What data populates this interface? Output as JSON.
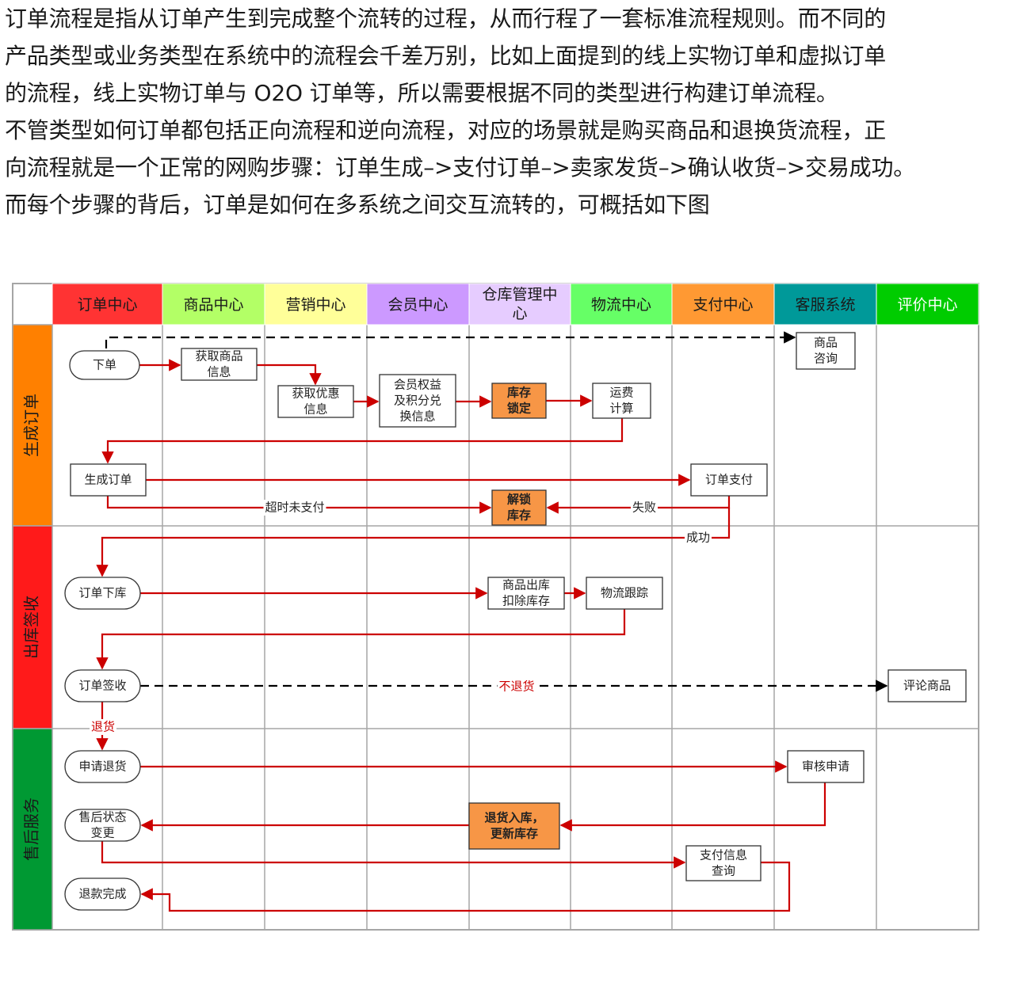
{
  "intro": {
    "lines": [
      "订单流程是指从订单产生到完成整个流转的过程，从而行程了一套标准流程规则。而不同的",
      "产品类型或业务类型在系统中的流程会千差万别，比如上面提到的线上实物订单和虚拟订单",
      "的流程，线上实物订单与 O2O 订单等，所以需要根据不同的类型进行构建订单流程。",
      "不管类型如何订单都包括正向流程和逆向流程，对应的场景就是购买商品和退换货流程，正",
      "向流程就是一个正常的网购步骤：订单生成–>支付订单–>卖家发货–>确认收货–>交易成功。",
      "而每个步骤的背后，订单是如何在多系统之间交互流转的，可概括如下图"
    ]
  },
  "diagram": {
    "columns": [
      {
        "label": "订单中心",
        "color": "#ff3333",
        "text_color": "#1a1a1a"
      },
      {
        "label": "商品中心",
        "color": "#b3ff66",
        "text_color": "#1a1a1a"
      },
      {
        "label": "营销中心",
        "color": "#ffff99",
        "text_color": "#1a1a1a"
      },
      {
        "label": "会员中心",
        "color": "#cc99ff",
        "text_color": "#1a1a1a"
      },
      {
        "label": "仓库管理中心",
        "color": "#e6ccff",
        "text_color": "#1a1a1a"
      },
      {
        "label": "物流中心",
        "color": "#66ff66",
        "text_color": "#1a1a1a"
      },
      {
        "label": "支付中心",
        "color": "#ff9933",
        "text_color": "#1a1a1a"
      },
      {
        "label": "客服系统",
        "color": "#009999",
        "text_color": "#1a1a1a"
      },
      {
        "label": "评价中心",
        "color": "#00cc00",
        "text_color": "#ffffff"
      }
    ],
    "phases": [
      {
        "label": "生成订单",
        "color": "#ff8000"
      },
      {
        "label": "出库签收",
        "color": "#ff1a1a"
      },
      {
        "label": "售后服务",
        "color": "#009933"
      }
    ],
    "nodes": {
      "place_order": "下单",
      "get_product": [
        "获取商品",
        "信息"
      ],
      "product_query": [
        "商品",
        "咨询"
      ],
      "get_promo": [
        "获取优惠",
        "信息"
      ],
      "member_rights": [
        "会员权益",
        "及积分兑",
        "换信息"
      ],
      "lock_stock": [
        "库存",
        "锁定"
      ],
      "freight_calc": [
        "运费",
        "计算"
      ],
      "create_order": "生成订单",
      "order_pay": "订单支付",
      "unlock_stock": [
        "解锁",
        "库存"
      ],
      "order_outbound": "订单下库",
      "goods_out": [
        "商品出库",
        "扣除库存"
      ],
      "logistics_track": "物流跟踪",
      "order_sign": "订单签收",
      "review_goods": "评论商品",
      "apply_return": "申请退货",
      "review_apply": "审核申请",
      "after_sale_change": [
        "售后状态",
        "变更"
      ],
      "return_stock": [
        "退货入库，",
        "更新库存"
      ],
      "pay_info_query": [
        "支付信息",
        "查询"
      ],
      "refund_done": "退款完成"
    },
    "edge_labels": {
      "timeout": "超时未支付",
      "fail": "失败",
      "success": "成功",
      "no_return": "不退货",
      "return": "退货"
    },
    "colors": {
      "flow": "#cc0000",
      "dashed": "#000000",
      "highlight_box": "#f79646",
      "grid": "#a6a6a6"
    }
  }
}
